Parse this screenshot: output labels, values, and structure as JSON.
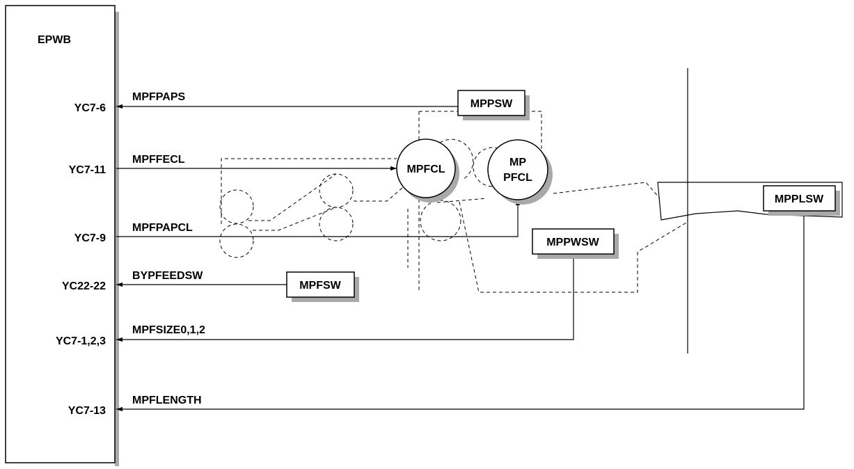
{
  "board": {
    "name": "EPWB"
  },
  "pins": [
    {
      "id": "yc7-6",
      "label": "YC7-6",
      "signal": "MPFPAPS"
    },
    {
      "id": "yc7-11",
      "label": "YC7-11",
      "signal": "MPFFECL"
    },
    {
      "id": "yc7-9",
      "label": "YC7-9",
      "signal": "MPFPAPCL"
    },
    {
      "id": "yc22-22",
      "label": "YC22-22",
      "signal": "BYPFEEDSW"
    },
    {
      "id": "yc7-123",
      "label": "YC7-1,2,3",
      "signal": "MPFSIZE0,1,2"
    },
    {
      "id": "yc7-13",
      "label": "YC7-13",
      "signal": "MPFLENGTH"
    }
  ],
  "components": {
    "mppsw": "MPPSW",
    "mpfcl": "MPFCL",
    "mppfcl_line1": "MP",
    "mppfcl_line2": "PFCL",
    "mppwsw": "MPPWSW",
    "mpfsw": "MPFSW",
    "mpplsw": "MPPLSW"
  }
}
